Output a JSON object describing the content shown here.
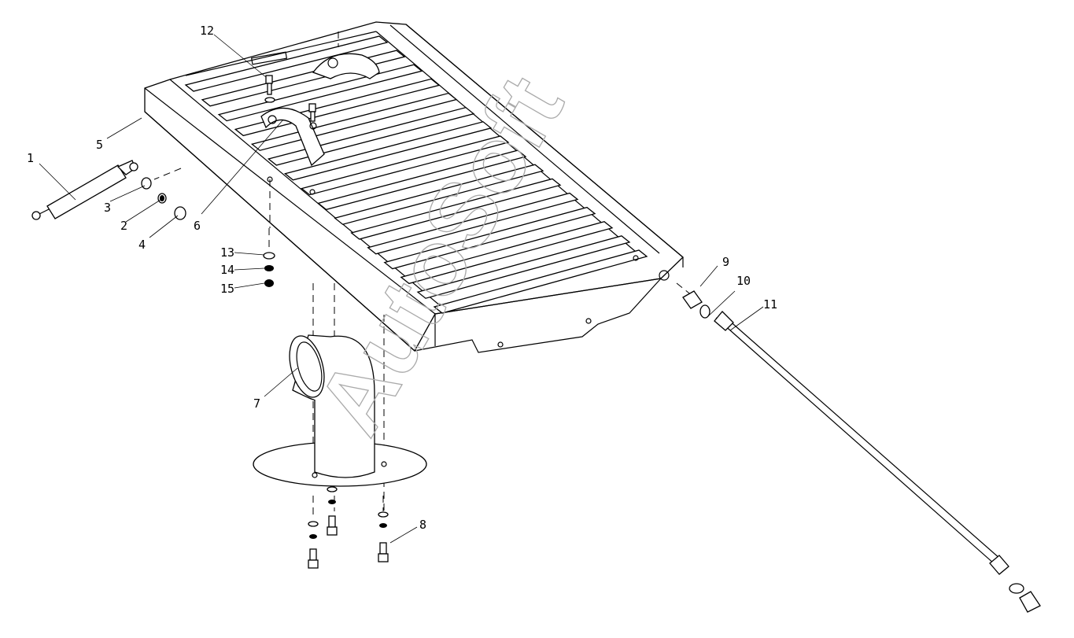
{
  "diagram": {
    "watermark": "AutoSoft",
    "callouts": [
      "1",
      "2",
      "3",
      "4",
      "5",
      "6",
      "7",
      "8",
      "9",
      "10",
      "11",
      "12",
      "13",
      "14",
      "15"
    ]
  }
}
